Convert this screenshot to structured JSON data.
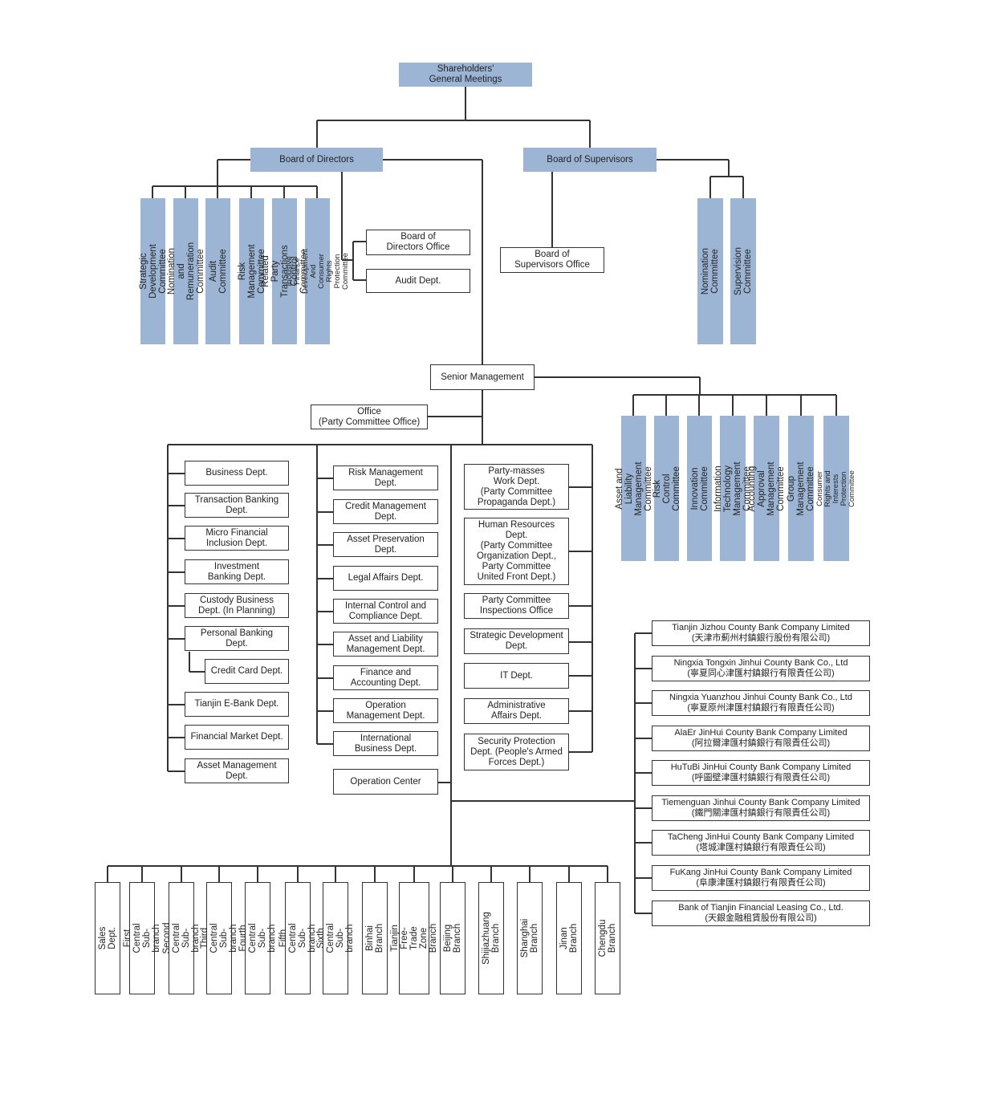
{
  "top": {
    "shareholders": "Shareholders'\nGeneral Meetings",
    "board_directors": "Board of Directors",
    "board_supervisors": "Board of Supervisors",
    "board_directors_office": "Board of\nDirectors Office",
    "audit_dept": "Audit Dept.",
    "board_supervisors_office": "Board of\nSupervisors Office",
    "senior_management": "Senior Management",
    "office": "Office\n(Party Committee Office)",
    "operation_center": "Operation Center"
  },
  "board_committees": [
    "Strategic Development\nCommittee",
    "Nomination and Remuneration\nCommittee",
    "Audit Committee",
    "Risk Management Committee",
    "Related Party Transactions\nControl Committee",
    "Inclusive Finance Development And\nConsumer Rights Protection Committee"
  ],
  "supervisor_committees": [
    "Nomination Committee",
    "Supervision Committee"
  ],
  "management_committees": [
    "Asset and Liability\nManagement Committee",
    "Risk Control Committee",
    "Innovation Committee",
    "Information Technology\nManagement Committee",
    "Accounting Approval\nManagement Committee",
    "Group Management\nCommittee",
    "Consumer Rights and Interests\nProtection Committee"
  ],
  "col1": [
    "Business Dept.",
    "Transaction Banking\nDept.",
    "Micro Financial\nInclusion Dept.",
    "Investment\nBanking Dept.",
    "Custody Business\nDept. (In Planning)",
    "Personal Banking\nDept.",
    "Credit Card Dept.",
    "Tianjin E-Bank Dept.",
    "Financial Market Dept.",
    "Asset Management\nDept."
  ],
  "col2": [
    "Risk Management\nDept.",
    "Credit Management\nDept.",
    "Asset Preservation\nDept.",
    "Legal Affairs Dept.",
    "Internal Control and\nCompliance Dept.",
    "Asset and Liability\nManagement Dept.",
    "Finance and\nAccounting Dept.",
    "Operation\nManagement Dept.",
    "International\nBusiness Dept."
  ],
  "col3": [
    "Party-masses\nWork Dept.\n(Party Committee\nPropaganda Dept.)",
    "Human Resources\nDept.\n(Party Committee\nOrganization Dept.,\nParty Committee\nUnited Front Dept.)",
    "Party Committee\nInspections Office",
    "Strategic Development\nDept.",
    "IT Dept.",
    "Administrative\nAffairs Dept.",
    "Security Protection\nDept. (People's Armed\nForces Dept.)"
  ],
  "subsidiaries": [
    "Tianjin Jizhou County Bank Company Limited\n(天津市薊州村鎮銀行股份有限公司)",
    "Ningxia Tongxin Jinhui County Bank Co., Ltd\n(寧夏同心津匯村鎮銀行有限責任公司)",
    "Ningxia Yuanzhou Jinhui County Bank Co., Ltd\n(寧夏原州津匯村鎮銀行有限責任公司)",
    "AlaEr JinHui County Bank Company Limited\n(阿拉爾津匯村鎮銀行有限責任公司)",
    "HuTuBi JinHui County Bank Company Limited\n(呼圖壁津匯村鎮銀行有限責任公司)",
    "Tiemenguan Jinhui County Bank Company Limited\n(鐵門關津匯村鎮銀行有限責任公司)",
    "TaCheng JinHui County Bank Company Limited\n(塔城津匯村鎮銀行有限責任公司)",
    "FuKang JinHui County Bank Company Limited\n(阜康津匯村鎮銀行有限責任公司)",
    "Bank of Tianjin Financial Leasing Co., Ltd.\n(天銀金融租賃股份有限公司)"
  ],
  "branches": [
    "Sales Dept.",
    "First Central Sub-branch",
    "Second\nCentral Sub-branch",
    "Third Central Sub-branch",
    "Fourth\nCentral Sub-branch",
    "Fifth Central Sub-branch",
    "Sixth Central Sub-branch",
    "Binhai Branch",
    "Tianjin Free-Trade\nZone Branch",
    "Beijing Branch",
    "Shijiazhuang Branch",
    "Shanghai Branch",
    "Jinan Branch",
    "Chengdu Branch"
  ],
  "colors": {
    "highlight": "#9db5d4",
    "line": "#333333"
  }
}
